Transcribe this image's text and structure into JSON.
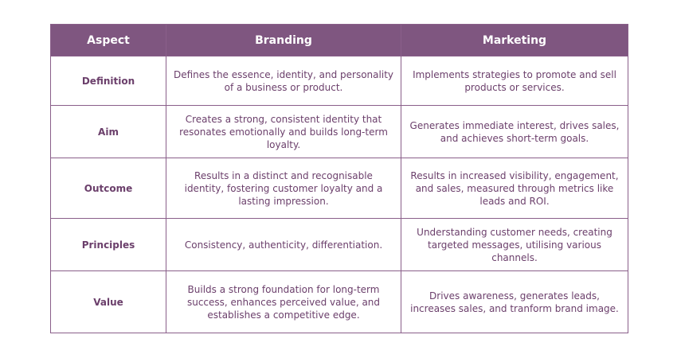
{
  "table": {
    "headers": {
      "aspect": "Aspect",
      "branding": "Branding",
      "marketing": "Marketing"
    },
    "rows": [
      {
        "aspect": "Definition",
        "branding": "Defines the essence, identity, and personality of a business or product.",
        "marketing": "Implements strategies to promote and sell products or services."
      },
      {
        "aspect": "Aim",
        "branding": "Creates a strong, consistent identity that resonates emotionally and builds long-term loyalty.",
        "marketing": "Generates immediate interest, drives sales, and achieves short-term goals."
      },
      {
        "aspect": "Outcome",
        "branding": "Results in a distinct and recognisable identity, fostering customer loyalty and a lasting impression.",
        "marketing": "Results in increased visibility, engagement, and sales, measured through metrics like leads and ROI."
      },
      {
        "aspect": "Principles",
        "branding": "Consistency, authenticity, differentiation.",
        "marketing": "Understanding customer needs, creating targeted messages, utilising various channels."
      },
      {
        "aspect": "Value",
        "branding": "Builds a strong foundation for long-term success, enhances perceived value, and establishes a competitive edge.",
        "marketing": "Drives awareness, generates leads, increases sales, and tranform brand image."
      }
    ]
  },
  "colors": {
    "header_background": "#7f5680",
    "header_text": "#ffffff",
    "body_text": "#6b3f6b",
    "border": "#8a5f8a"
  }
}
